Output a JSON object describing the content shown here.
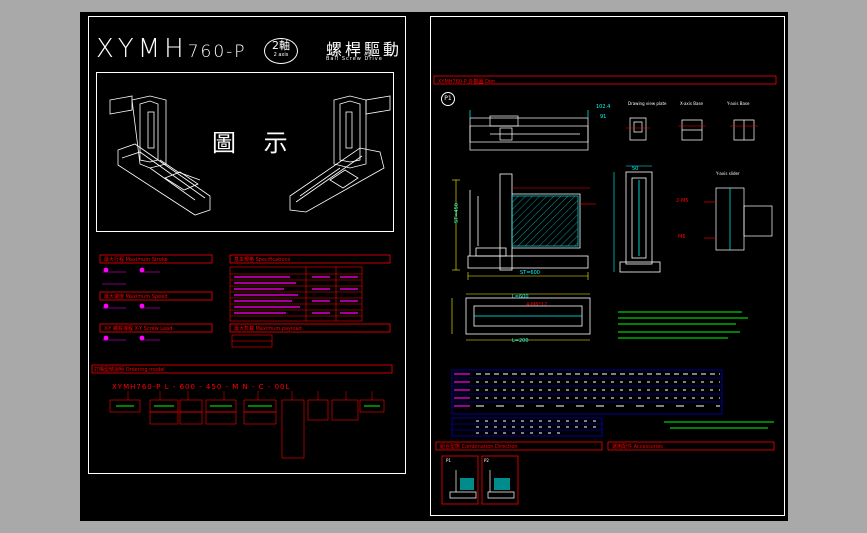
{
  "title": {
    "model": "XYMH",
    "model_suffix": "760-P",
    "axis_badge_cn": "2軸",
    "axis_badge_en": "2 axis",
    "drive_cn": "螺桿驅動",
    "drive_en": "Ball Screw Drive"
  },
  "figure_label": "圖  示",
  "left_sections": {
    "max_stroke": "最大行程  Maximum Stroke",
    "max_speed": "最大速度  Maximum Speed",
    "screw_lead": "X-Y 螺桿導程  X-Y Screw Lead",
    "max_payload": "最大負載  Maximum payload",
    "specifications": "基本規格  Specifications",
    "ordering": "訂購型號說明  Ordering model"
  },
  "order_code": "XYMH760-P   L  -  600 - 450  -  M  N  -  C  -  00L",
  "right_sections": {
    "sheet_title": "XYMH760-P  外觀圖  Dim",
    "mark_p1": "P1",
    "combination": "組合型態  Combination Direction",
    "accessories": "選用配件  Accessories",
    "dims": {
      "d1": "102.4",
      "d2": "91",
      "d3": "ST=600",
      "d4": "ST=450",
      "d5": "L=600",
      "d6": "L=200",
      "d7": "4-M6*12",
      "d8": "2-M5",
      "d9": "50",
      "d10": "M6"
    },
    "view_labels": {
      "v1": "Drawing view plate",
      "v2": "X-axis Base",
      "v3": "Y-axis Base",
      "v4": "Y-axis slider"
    },
    "combo_marks": [
      "P1",
      "P2"
    ]
  },
  "colors": {
    "background": "#000000",
    "frame": "#ffffff",
    "annotation": "#ff0000",
    "dimension": "#00ffff",
    "highlight": "#ffff00",
    "hatch": "#00ffff",
    "table_text": "#ff00ff",
    "note": "#00ff00",
    "gutter": "#a9a9a9"
  }
}
